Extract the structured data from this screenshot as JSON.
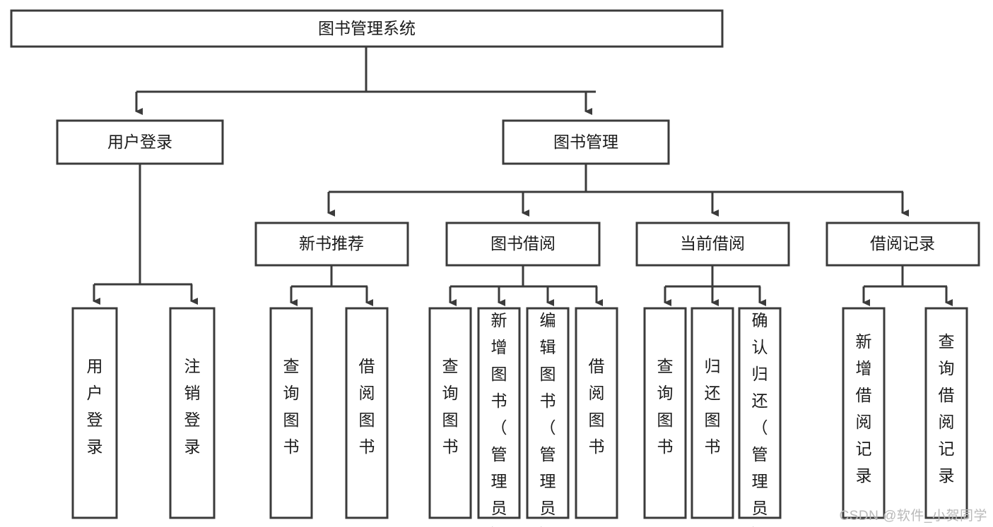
{
  "diagram": {
    "type": "tree-hierarchy",
    "title": "图书管理系统",
    "watermark": "CSDN @软件_小贺同学",
    "colors": {
      "stroke": "#3b3b3b",
      "fill": "#ffffff",
      "text": "#1b1b1b",
      "watermark": "#b9b9b9"
    },
    "levels": {
      "root": {
        "label": "图书管理系统"
      },
      "level2": [
        {
          "id": "user-login",
          "label": "用户登录"
        },
        {
          "id": "book-manage",
          "label": "图书管理"
        }
      ],
      "level3": [
        {
          "id": "new-book-rec",
          "label": "新书推荐",
          "parent": "book-manage"
        },
        {
          "id": "book-borrow",
          "label": "图书借阅",
          "parent": "book-manage"
        },
        {
          "id": "current-borrow",
          "label": "当前借阅",
          "parent": "book-manage"
        },
        {
          "id": "borrow-record",
          "label": "借阅记录",
          "parent": "book-manage"
        }
      ],
      "leaves": [
        {
          "id": "leaf-user-login",
          "label": "用户登录",
          "parent": "user-login"
        },
        {
          "id": "leaf-user-logout",
          "label": "注销登录",
          "parent": "user-login"
        },
        {
          "id": "leaf-query-book-1",
          "label": "查询图书",
          "parent": "new-book-rec"
        },
        {
          "id": "leaf-borrow-book-1",
          "label": "借阅图书",
          "parent": "new-book-rec"
        },
        {
          "id": "leaf-query-book-2",
          "label": "查询图书",
          "parent": "book-borrow"
        },
        {
          "id": "leaf-add-book",
          "label": "新增图书（管理员）",
          "parent": "book-borrow"
        },
        {
          "id": "leaf-edit-book",
          "label": "编辑图书（管理员）",
          "parent": "book-borrow"
        },
        {
          "id": "leaf-borrow-book-2",
          "label": "借阅图书",
          "parent": "book-borrow"
        },
        {
          "id": "leaf-query-book-3",
          "label": "查询图书",
          "parent": "current-borrow"
        },
        {
          "id": "leaf-return-book",
          "label": "归还图书",
          "parent": "current-borrow"
        },
        {
          "id": "leaf-confirm-return",
          "label": "确认归还（管理员）",
          "parent": "current-borrow"
        },
        {
          "id": "leaf-add-record",
          "label": "新增借阅记录",
          "parent": "borrow-record"
        },
        {
          "id": "leaf-query-record",
          "label": "查询借阅记录",
          "parent": "borrow-record"
        }
      ]
    }
  }
}
